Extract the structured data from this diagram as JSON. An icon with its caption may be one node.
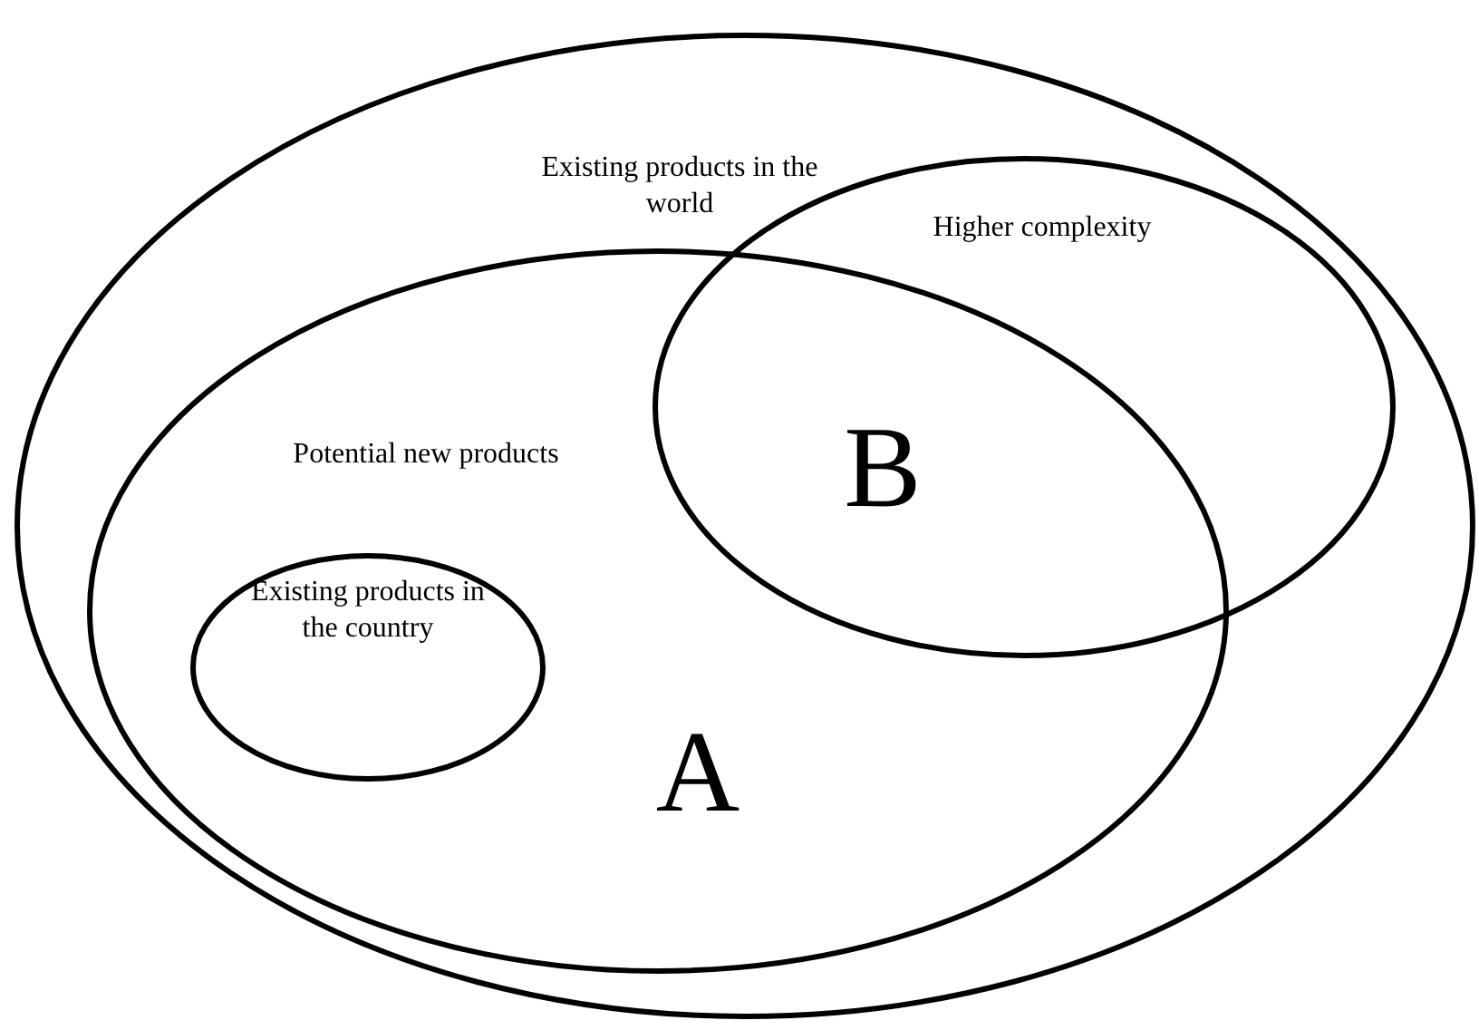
{
  "diagram": {
    "nodes": [
      {
        "text": [
          "Existing products in the world"
        ]
      },
      {
        "text": [
          "Potential new products"
        ],
        "in": 0
      },
      {
        "text": [
          "Existing products in the country"
        ],
        "in": 1
      },
      {
        "text": [
          "Higher complexity"
        ],
        "in": 0
      }
    ],
    "labels": [
      "B",
      "A"
    ]
  }
}
